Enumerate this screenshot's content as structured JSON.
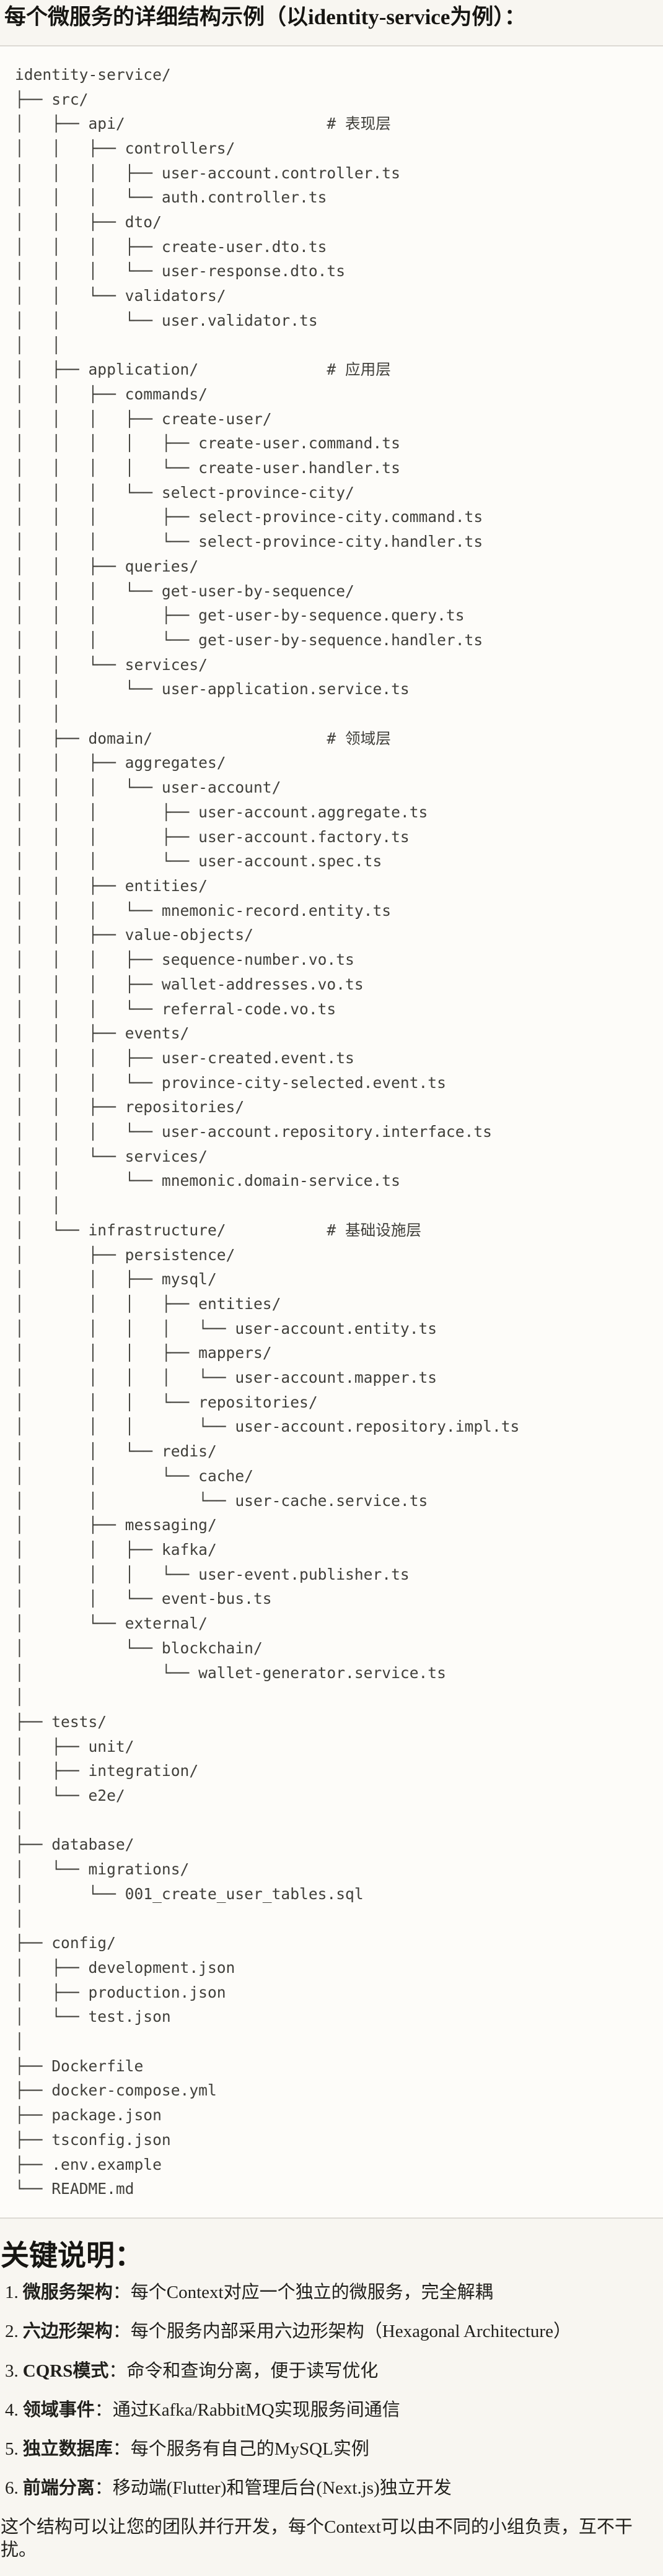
{
  "page": {
    "title": "每个微服务的详细结构示例（以identity-service为例）："
  },
  "code_block": {
    "lines": [
      "identity-service/",
      "├── src/",
      "│   ├── api/                      # 表现层",
      "│   │   ├── controllers/",
      "│   │   │   ├── user-account.controller.ts",
      "│   │   │   └── auth.controller.ts",
      "│   │   ├── dto/",
      "│   │   │   ├── create-user.dto.ts",
      "│   │   │   └── user-response.dto.ts",
      "│   │   └── validators/",
      "│   │       └── user.validator.ts",
      "│   │",
      "│   ├── application/              # 应用层",
      "│   │   ├── commands/",
      "│   │   │   ├── create-user/",
      "│   │   │   │   ├── create-user.command.ts",
      "│   │   │   │   └── create-user.handler.ts",
      "│   │   │   └── select-province-city/",
      "│   │   │       ├── select-province-city.command.ts",
      "│   │   │       └── select-province-city.handler.ts",
      "│   │   ├── queries/",
      "│   │   │   └── get-user-by-sequence/",
      "│   │   │       ├── get-user-by-sequence.query.ts",
      "│   │   │       └── get-user-by-sequence.handler.ts",
      "│   │   └── services/",
      "│   │       └── user-application.service.ts",
      "│   │",
      "│   ├── domain/                   # 领域层",
      "│   │   ├── aggregates/",
      "│   │   │   └── user-account/",
      "│   │   │       ├── user-account.aggregate.ts",
      "│   │   │       ├── user-account.factory.ts",
      "│   │   │       └── user-account.spec.ts",
      "│   │   ├── entities/",
      "│   │   │   └── mnemonic-record.entity.ts",
      "│   │   ├── value-objects/",
      "│   │   │   ├── sequence-number.vo.ts",
      "│   │   │   ├── wallet-addresses.vo.ts",
      "│   │   │   └── referral-code.vo.ts",
      "│   │   ├── events/",
      "│   │   │   ├── user-created.event.ts",
      "│   │   │   └── province-city-selected.event.ts",
      "│   │   ├── repositories/",
      "│   │   │   └── user-account.repository.interface.ts",
      "│   │   └── services/",
      "│   │       └── mnemonic.domain-service.ts",
      "│   │",
      "│   └── infrastructure/           # 基础设施层",
      "│       ├── persistence/",
      "│       │   ├── mysql/",
      "│       │   │   ├── entities/",
      "│       │   │   │   └── user-account.entity.ts",
      "│       │   │   ├── mappers/",
      "│       │   │   │   └── user-account.mapper.ts",
      "│       │   │   └── repositories/",
      "│       │   │       └── user-account.repository.impl.ts",
      "│       │   └── redis/",
      "│       │       └── cache/",
      "│       │           └── user-cache.service.ts",
      "│       ├── messaging/",
      "│       │   ├── kafka/",
      "│       │   │   └── user-event.publisher.ts",
      "│       │   └── event-bus.ts",
      "│       └── external/",
      "│           └── blockchain/",
      "│               └── wallet-generator.service.ts",
      "│",
      "├── tests/",
      "│   ├── unit/",
      "│   ├── integration/",
      "│   └── e2e/",
      "│",
      "├── database/",
      "│   └── migrations/",
      "│       └── 001_create_user_tables.sql",
      "│",
      "├── config/",
      "│   ├── development.json",
      "│   ├── production.json",
      "│   └── test.json",
      "│",
      "├── Dockerfile",
      "├── docker-compose.yml",
      "├── package.json",
      "├── tsconfig.json",
      "├── .env.example",
      "└── README.md"
    ]
  },
  "key_notes": {
    "heading": "关键说明：",
    "items": [
      {
        "num": "1.",
        "term": "微服务架构",
        "desc": "：每个Context对应一个独立的微服务，完全解耦"
      },
      {
        "num": "2.",
        "term": "六边形架构",
        "desc": "：每个服务内部采用六边形架构（Hexagonal Architecture）"
      },
      {
        "num": "3.",
        "term": "CQRS模式",
        "desc": "：命令和查询分离，便于读写优化"
      },
      {
        "num": "4.",
        "term": "领域事件",
        "desc": "：通过Kafka/RabbitMQ实现服务间通信"
      },
      {
        "num": "5.",
        "term": "独立数据库",
        "desc": "：每个服务有自己的MySQL实例"
      },
      {
        "num": "6.",
        "term": "前端分离",
        "desc": "：移动端(Flutter)和管理后台(Next.js)独立开发"
      }
    ],
    "closing": "这个结构可以让您的团队并行开发，每个Context可以由不同的小组负责，互不干扰。"
  },
  "colors": {
    "page_bg": "#f8f6f1",
    "code_bg": "#fdfcf9",
    "code_border": "#dddad4",
    "heading_text": "#161512",
    "code_text": "#403f3a",
    "body_text": "#21201c"
  }
}
